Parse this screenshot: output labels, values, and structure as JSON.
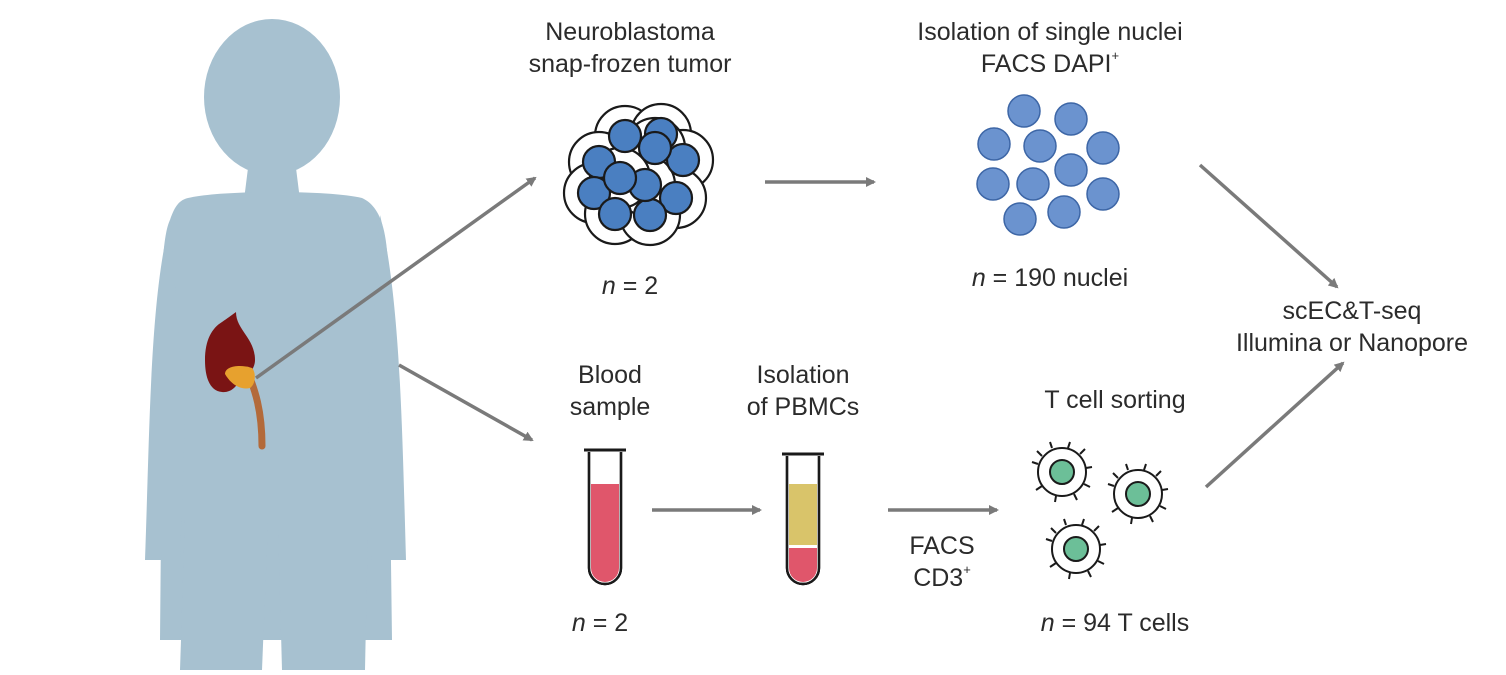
{
  "colors": {
    "silhouette": "#a7c1d0",
    "arrow": "#7a7a7a",
    "nucleus_blue": "#4a7fc1",
    "nucleus_light": "#6b93cf",
    "blood": "#e0566b",
    "plasma": "#d9c46a",
    "tcell_nucleus": "#6cbf98",
    "kidney": "#7a1414",
    "adrenal": "#e7a12e",
    "ureter": "#b36a3a"
  },
  "steps": {
    "tumor": {
      "line1": "Neuroblastoma",
      "line2": "snap-frozen tumor",
      "n_var": "n",
      "n_rest": " = 2"
    },
    "nuclei": {
      "line1": "Isolation of single nuclei",
      "line2": "FACS DAPI",
      "sup": "+",
      "n_var": "n",
      "n_rest": " = 190 nuclei"
    },
    "sequencing": {
      "line1": "scEC&T-seq",
      "line2": "Illumina or Nanopore"
    },
    "blood": {
      "line1": "Blood",
      "line2": "sample",
      "n_var": "n",
      "n_rest": " = 2"
    },
    "pbmc": {
      "line1": "Isolation",
      "line2": "of PBMCs"
    },
    "facs": {
      "line1": "FACS",
      "line2": "CD3",
      "sup": "+"
    },
    "tcell": {
      "title": "T cell sorting",
      "n_var": "n",
      "n_rest": " = 94 T cells"
    }
  }
}
